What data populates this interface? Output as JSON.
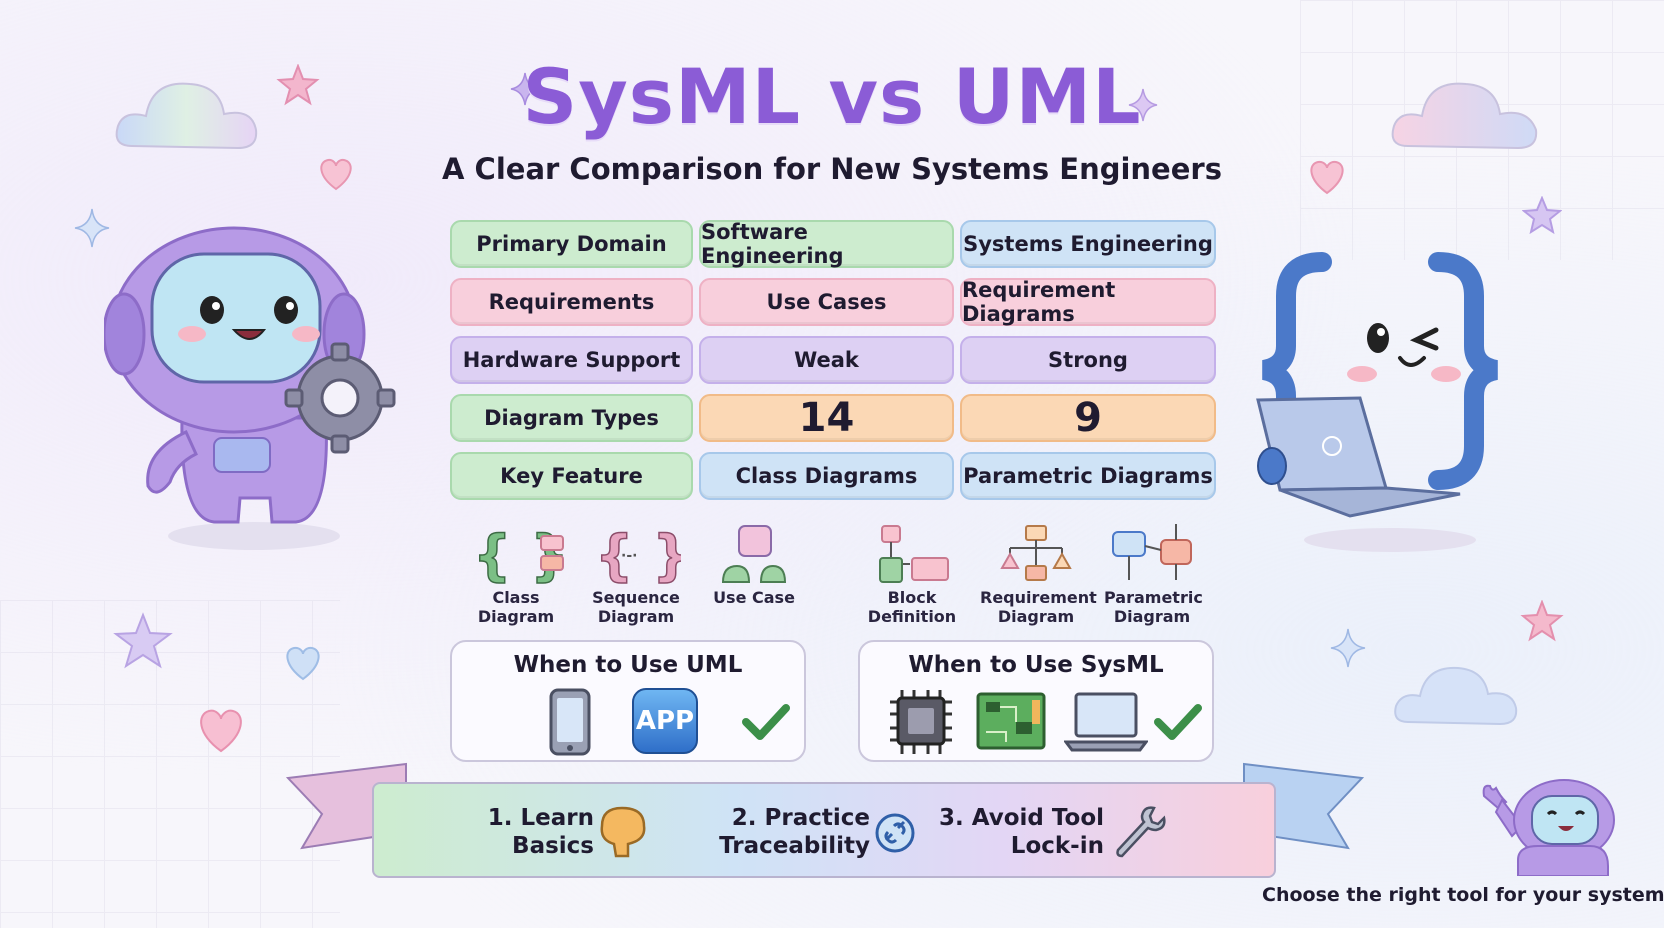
{
  "header": {
    "title": "SysML vs UML",
    "subtitle": "A Clear Comparison for New Systems Engineers"
  },
  "comparison": {
    "rows": [
      {
        "label": "Primary Domain",
        "uml": "Software Engineering",
        "sysml": "Systems Engineering"
      },
      {
        "label": "Requirements",
        "uml": "Use Cases",
        "sysml": "Requirement Diagrams"
      },
      {
        "label": "Hardware Support",
        "uml": "Weak",
        "sysml": "Strong"
      },
      {
        "label": "Diagram Types",
        "uml": "14",
        "sysml": "9"
      },
      {
        "label": "Key Feature",
        "uml": "Class Diagrams",
        "sysml": "Parametric Diagrams"
      }
    ]
  },
  "diagrams": {
    "uml": [
      {
        "label": "Class Diagram",
        "icon": "class-diagram-icon"
      },
      {
        "label": "Sequence Diagram",
        "icon": "sequence-diagram-icon"
      },
      {
        "label": "Use Case",
        "icon": "use-case-icon"
      }
    ],
    "sysml": [
      {
        "label": "Block Definition",
        "icon": "block-definition-icon"
      },
      {
        "label": "Requirement Diagram",
        "icon": "requirement-diagram-icon"
      },
      {
        "label": "Parametric Diagram",
        "icon": "parametric-diagram-icon"
      }
    ]
  },
  "when_to_use": {
    "uml": {
      "title": "When to Use UML",
      "app_label": "APP",
      "icons": [
        "smartphone-icon",
        "app-icon",
        "checkmark-icon"
      ]
    },
    "sysml": {
      "title": "When to Use SysML",
      "icons": [
        "chip-icon",
        "circuit-board-icon",
        "laptop-icon",
        "checkmark-icon"
      ]
    }
  },
  "tips": [
    {
      "line1": "1. Learn",
      "line2": "Basics",
      "icon": "brain-icon"
    },
    {
      "line1": "2. Practice",
      "line2": "Traceability",
      "icon": "link-icon"
    },
    {
      "line1": "3. Avoid Tool",
      "line2": "Lock-in",
      "icon": "wrench-icon"
    }
  ],
  "footer": {
    "text": "Choose the right tool for your system!"
  },
  "colors": {
    "title": "#8b5cd6",
    "green": "#cdeccf",
    "blue": "#cfe3f6",
    "pink": "#f8cfdc",
    "purple": "#ddd0f3",
    "orange": "#fbd8b5"
  }
}
